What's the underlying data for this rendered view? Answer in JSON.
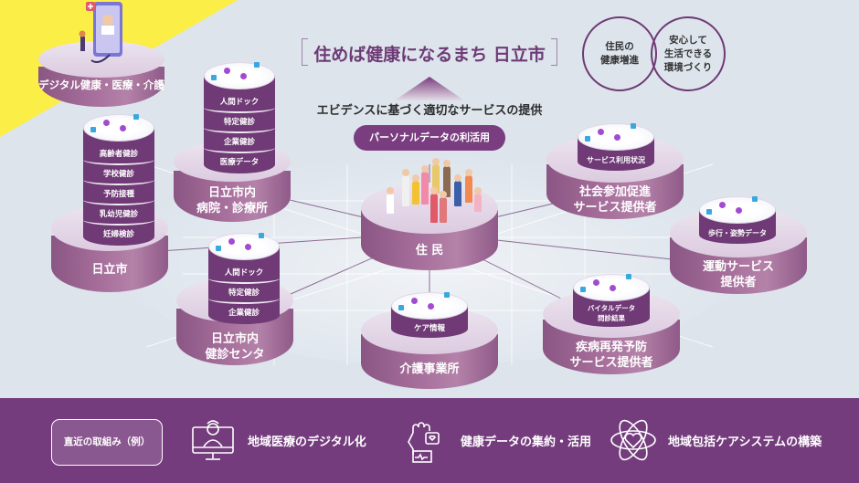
{
  "header": {
    "title": "住めば健康になるまち 日立市",
    "subtitle": "エビデンスに基づく適切なサービスの提供",
    "pill_label": "パーソナルデータの利活用"
  },
  "goals": [
    {
      "label": "住民の\n健康増進"
    },
    {
      "label": "安心して\n生活できる\n環境づくり"
    }
  ],
  "nodes": {
    "digital": {
      "label": "デジタル健康・医療・介護"
    },
    "city": {
      "label": "日立市",
      "data_rows": [
        "高齢者健診",
        "学校健診",
        "予防接種",
        "乳幼児健診",
        "妊婦検診"
      ]
    },
    "hospital": {
      "label_line1": "日立市内",
      "label_line2": "病院・診療所",
      "data_rows": [
        "人間ドック",
        "特定健診",
        "企業健診",
        "医療データ"
      ]
    },
    "checkup_center": {
      "label_line1": "日立市内",
      "label_line2": "健診センタ",
      "data_rows": [
        "人間ドック",
        "特定健診",
        "企業健診"
      ]
    },
    "residents": {
      "label": "住 民"
    },
    "care": {
      "label": "介護事業所",
      "data_rows": [
        "ケア情報"
      ]
    },
    "social": {
      "label_line1": "社会参加促進",
      "label_line2": "サービス提供者",
      "data_rows": [
        "サービス利用状況"
      ]
    },
    "exercise": {
      "label_line1": "運動サービス",
      "label_line2": "提供者",
      "data_rows": [
        "歩行・姿勢データ"
      ]
    },
    "prevention": {
      "label_line1": "疾病再発予防",
      "label_line2": "サービス提供者",
      "data_rows": [
        "バイタルデータ",
        "問診結果"
      ]
    }
  },
  "bottom_bar": {
    "cta_label": "直近の取組み（例）",
    "features": [
      {
        "icon": "doctor-monitor-icon",
        "label": "地域医療のデジタル化"
      },
      {
        "icon": "wearable-heart-icon",
        "label": "健康データの集約・活用"
      },
      {
        "icon": "atom-heart-icon",
        "label": "地域包括ケアシステムの構築"
      }
    ]
  },
  "colors": {
    "background": "#dde4ec",
    "accent_purple": "#743c7d",
    "platform_side": "#a56d9a",
    "platform_top": "#e4d6e8",
    "yellow": "#fbee46"
  }
}
